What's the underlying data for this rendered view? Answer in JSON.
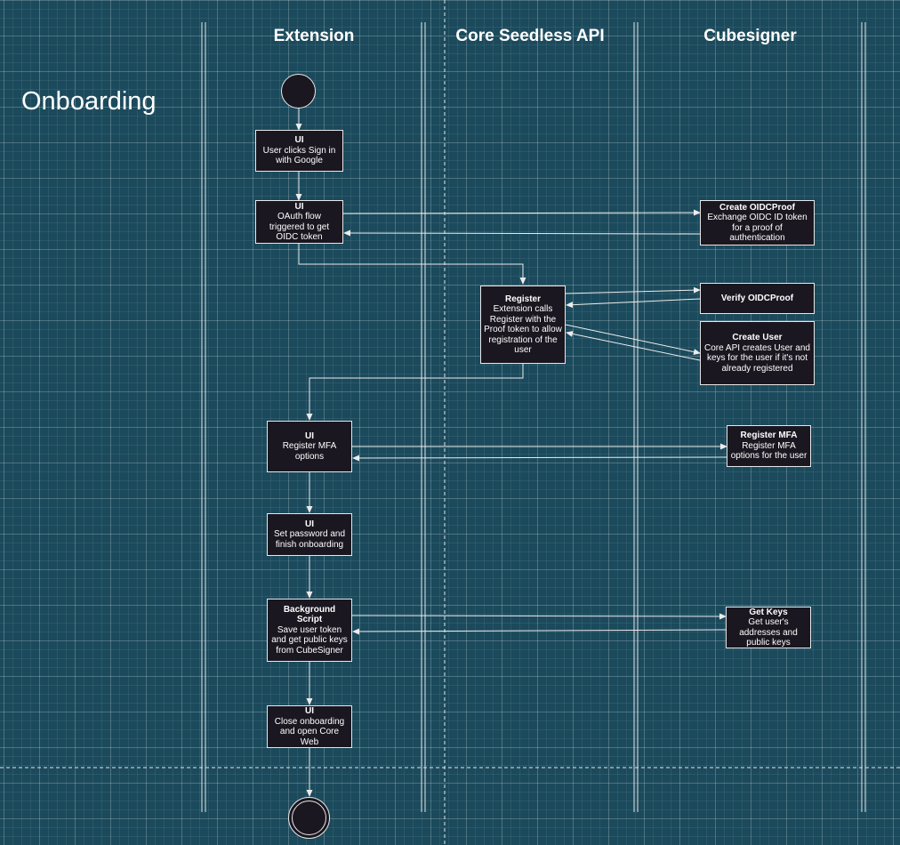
{
  "title": "Onboarding",
  "lanes": {
    "extension": "Extension",
    "api": "Core Seedless API",
    "cubesigner": "Cubesigner"
  },
  "nodes": {
    "ui_sign_in": {
      "title": "UI",
      "desc": "User clicks Sign in with Google"
    },
    "ui_oauth": {
      "title": "UI",
      "desc": "OAuth flow triggered to get OIDC token"
    },
    "create_oidc_proof": {
      "title": "Create OIDCProof",
      "desc": "Exchange OIDC ID token for a proof of authentication"
    },
    "register": {
      "title": "Register",
      "desc": "Extension calls Register with the Proof token to allow registration of the user"
    },
    "verify_oidc_proof": {
      "title": "Verify OIDCProof",
      "desc": ""
    },
    "create_user": {
      "title": "Create User",
      "desc": "Core API creates User and keys for the user if it's not already registered"
    },
    "ui_register_mfa": {
      "title": "UI",
      "desc": "Register MFA options"
    },
    "register_mfa": {
      "title": "Register MFA",
      "desc": "Register MFA options for the user"
    },
    "ui_set_password": {
      "title": "UI",
      "desc": "Set password and finish onboarding"
    },
    "background_script": {
      "title": "Background Script",
      "desc": "Save user token and get public keys from CubeSigner"
    },
    "get_keys": {
      "title": "Get Keys",
      "desc": "Get user's addresses and public keys"
    },
    "ui_close": {
      "title": "UI",
      "desc": "Close onboarding and open Core Web"
    }
  },
  "colors": {
    "background": "#1b4a5c",
    "node_fill": "#1b1720",
    "line": "#ececec"
  }
}
